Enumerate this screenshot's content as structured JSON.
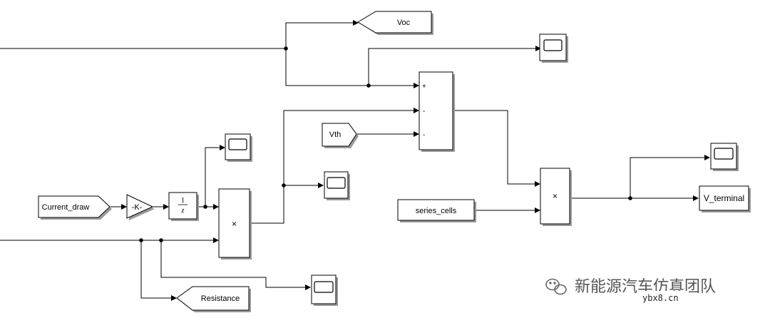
{
  "blocks": {
    "voc_tag": "Voc",
    "vth_tag": "Vth",
    "current_draw": "Current_draw",
    "gain": "-K-",
    "unit_delay_num": "1",
    "unit_delay_den": "z",
    "product_1": "×",
    "product_2": "×",
    "sum_signs": [
      "+",
      "-",
      "-"
    ],
    "series_cells": "series_cells",
    "v_terminal": "V_terminal",
    "resistance_tag": "Resistance"
  },
  "watermark": {
    "text": "新能源汽车仿真团队",
    "url": "ybx8.cn"
  }
}
